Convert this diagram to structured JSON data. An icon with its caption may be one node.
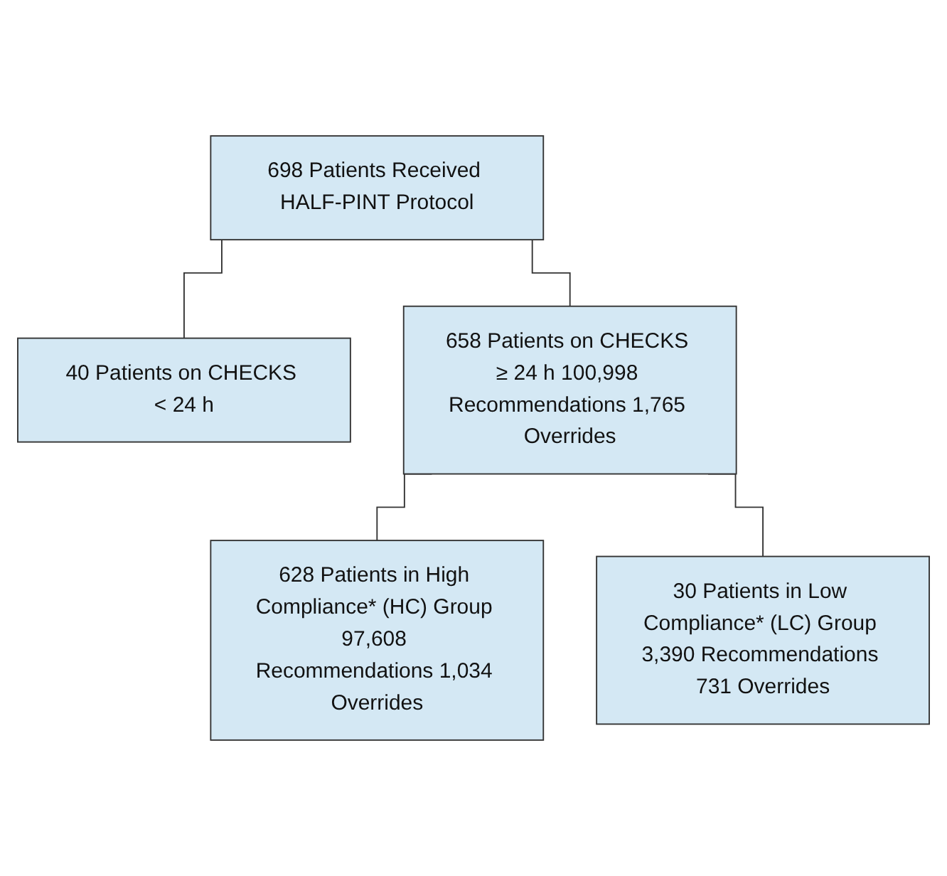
{
  "diagram": {
    "nodes": [
      {
        "text": [
          "698 Patients Received HALF-PINT Protocol"
        ]
      },
      {
        "text": [
          "40 Patients on CHECKS < 24 h"
        ]
      },
      {
        "text": [
          "658 Patients on CHECKS ≥ 24 h 100,998 Recommendations 1,765 Overrides"
        ]
      },
      {
        "text": [
          "628 Patients in High Compliance* (HC) Group 97,608 Recommendations 1,034 Overrides"
        ]
      },
      {
        "text": [
          "30 Patients in Low Compliance* (LC) Group 3,390 Recommendations 731 Overrides"
        ]
      }
    ],
    "edges": [
      {
        "from": 0,
        "to": 1,
        "arrow": "none"
      },
      {
        "from": 0,
        "to": 2,
        "arrow": "none"
      },
      {
        "from": 2,
        "to": 3,
        "arrow": "none"
      },
      {
        "from": 2,
        "to": 4,
        "arrow": "none"
      }
    ]
  }
}
